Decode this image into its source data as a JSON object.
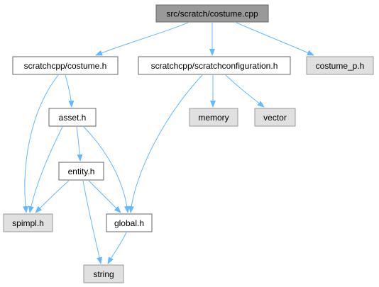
{
  "diagram": {
    "colors": {
      "edge": "#63b8ff",
      "root_fill": "#999999",
      "root_stroke": "#666666",
      "local_fill": "#ffffff",
      "local_stroke": "#666666",
      "system_fill": "#e0e0e0",
      "system_stroke": "#999999"
    },
    "nodes": {
      "costume_cpp": {
        "label": "src/scratch/costume.cpp",
        "kind": "root"
      },
      "costume_h": {
        "label": "scratchcpp/costume.h",
        "kind": "local"
      },
      "config_h": {
        "label": "scratchcpp/scratchconfiguration.h",
        "kind": "local"
      },
      "costume_p_h": {
        "label": "costume_p.h",
        "kind": "system"
      },
      "asset_h": {
        "label": "asset.h",
        "kind": "local"
      },
      "memory": {
        "label": "memory",
        "kind": "system"
      },
      "vector": {
        "label": "vector",
        "kind": "system"
      },
      "entity_h": {
        "label": "entity.h",
        "kind": "local"
      },
      "spimpl_h": {
        "label": "spimpl.h",
        "kind": "system"
      },
      "global_h": {
        "label": "global.h",
        "kind": "local"
      },
      "string": {
        "label": "string",
        "kind": "system"
      }
    },
    "edges": [
      {
        "from": "costume_cpp",
        "to": "costume_h"
      },
      {
        "from": "costume_cpp",
        "to": "config_h"
      },
      {
        "from": "costume_cpp",
        "to": "costume_p_h"
      },
      {
        "from": "costume_h",
        "to": "asset_h"
      },
      {
        "from": "costume_h",
        "to": "spimpl_h"
      },
      {
        "from": "config_h",
        "to": "memory"
      },
      {
        "from": "config_h",
        "to": "vector"
      },
      {
        "from": "config_h",
        "to": "global_h"
      },
      {
        "from": "asset_h",
        "to": "entity_h"
      },
      {
        "from": "asset_h",
        "to": "spimpl_h"
      },
      {
        "from": "asset_h",
        "to": "global_h"
      },
      {
        "from": "entity_h",
        "to": "spimpl_h"
      },
      {
        "from": "entity_h",
        "to": "global_h"
      },
      {
        "from": "entity_h",
        "to": "string"
      },
      {
        "from": "global_h",
        "to": "string"
      }
    ]
  }
}
